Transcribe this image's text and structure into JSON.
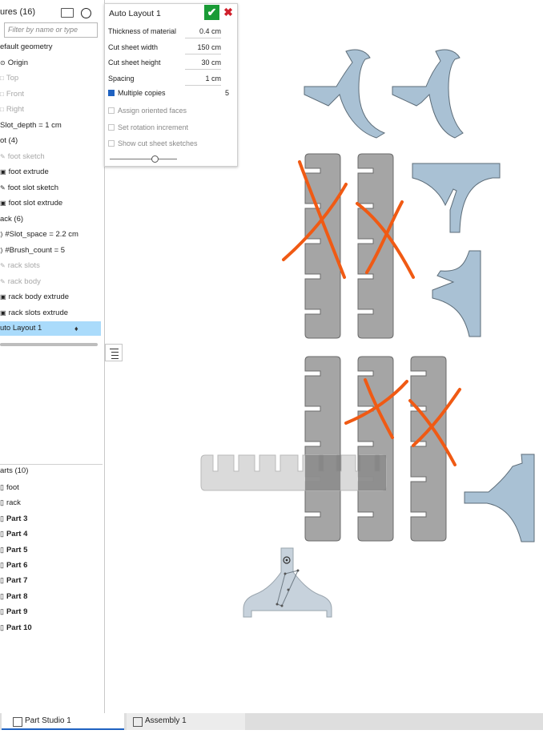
{
  "panel": {
    "title": "ures (16)",
    "filter_placeholder": "Filter by name or type",
    "features": [
      {
        "label": "efault geometry",
        "style": "normal",
        "icon": "none"
      },
      {
        "label": "Origin",
        "style": "normal",
        "icon": "origin-icon"
      },
      {
        "label": "Top",
        "style": "grey",
        "icon": "plane-icon"
      },
      {
        "label": "Front",
        "style": "grey",
        "icon": "plane-icon"
      },
      {
        "label": "Right",
        "style": "grey",
        "icon": "plane-icon"
      },
      {
        "label": "Slot_depth = 1 cm",
        "style": "normal",
        "icon": "none"
      },
      {
        "label": "ot (4)",
        "style": "normal",
        "icon": "none"
      },
      {
        "label": "foot sketch",
        "style": "grey",
        "icon": "sketch-icon"
      },
      {
        "label": "foot extrude",
        "style": "normal",
        "icon": "extrude-icon"
      },
      {
        "label": "foot slot sketch",
        "style": "normal",
        "icon": "sketch-icon"
      },
      {
        "label": "foot slot extrude",
        "style": "normal",
        "icon": "extrude-icon"
      },
      {
        "label": "ack (6)",
        "style": "normal",
        "icon": "none"
      },
      {
        "label": "#Slot_space = 2.2 cm",
        "style": "normal",
        "icon": "variable-icon"
      },
      {
        "label": "#Brush_count = 5",
        "style": "normal",
        "icon": "variable-icon"
      },
      {
        "label": "rack slots",
        "style": "grey",
        "icon": "sketch-icon"
      },
      {
        "label": "rack body",
        "style": "grey",
        "icon": "sketch-icon"
      },
      {
        "label": "rack body extrude",
        "style": "normal",
        "icon": "extrude-icon"
      },
      {
        "label": "rack slots extrude",
        "style": "normal",
        "icon": "extrude-icon"
      },
      {
        "label": "uto Layout 1",
        "style": "selected",
        "icon": "none"
      }
    ],
    "parts_header": "arts (10)",
    "parts": [
      {
        "label": "foot",
        "bold": false
      },
      {
        "label": "rack",
        "bold": false
      },
      {
        "label": "Part 3",
        "bold": true
      },
      {
        "label": "Part 4",
        "bold": true
      },
      {
        "label": "Part 5",
        "bold": true
      },
      {
        "label": "Part 6",
        "bold": true
      },
      {
        "label": "Part 7",
        "bold": true
      },
      {
        "label": "Part 8",
        "bold": true
      },
      {
        "label": "Part 9",
        "bold": true
      },
      {
        "label": "Part 10",
        "bold": true
      }
    ]
  },
  "dialog": {
    "title": "Auto Layout 1",
    "fields": [
      {
        "label": "Thickness of material",
        "value": "0.4 cm"
      },
      {
        "label": "Cut sheet width",
        "value": "150 cm"
      },
      {
        "label": "Cut sheet height",
        "value": "30 cm"
      },
      {
        "label": "Spacing",
        "value": "1 cm"
      }
    ],
    "multiple_copies": {
      "label": "Multiple copies",
      "checked": true,
      "value": "5"
    },
    "options": [
      {
        "label": "Assign oriented faces",
        "checked": false
      },
      {
        "label": "Set rotation increment",
        "checked": false
      },
      {
        "label": "Show cut sheet sketches",
        "checked": false
      }
    ],
    "slider_value": 0.55
  },
  "tabs": [
    {
      "label": "Part Studio 1",
      "active": true
    },
    {
      "label": "Assembly 1",
      "active": false
    }
  ],
  "colors": {
    "part_blue": "#a9c1d4",
    "rack_grey": "#a5a5a5",
    "annotation_orange": "#f05a14",
    "selection_blue": "#aadbfb",
    "accept_green": "#1a9b36",
    "cancel_red": "#d0202c"
  }
}
